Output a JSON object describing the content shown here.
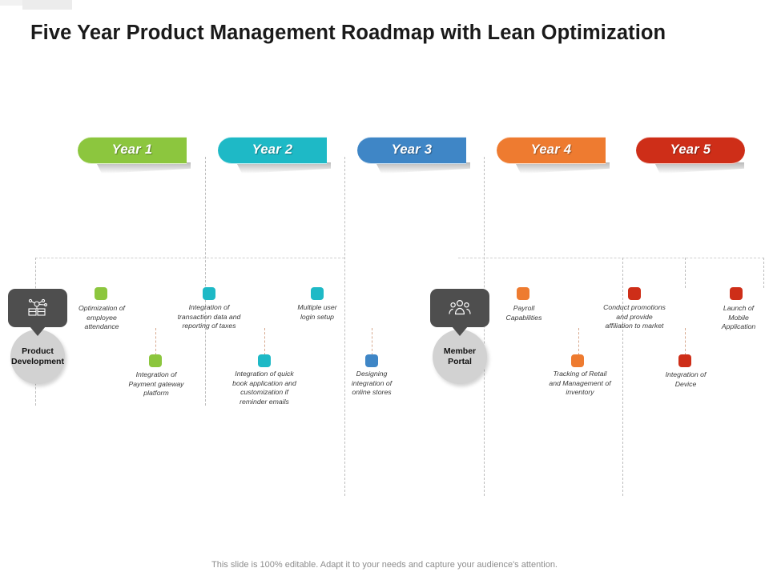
{
  "slide": {
    "title": "Five Year Product Management Roadmap with Lean Optimization",
    "footer": "This slide is 100% editable. Adapt it to your needs and capture your audience's attention."
  },
  "colors": {
    "year1": "#8CC63E",
    "year2": "#1EB9C6",
    "year3": "#3F86C6",
    "year4": "#EE7B30",
    "year5": "#CE2E18",
    "bubble": "#4E4E4E",
    "circle": "#D2D2D2",
    "text": "#3A3A3A",
    "guide": "#BDBDBD"
  },
  "banners": [
    {
      "label": "Year 1",
      "color": "#8CC63E"
    },
    {
      "label": "Year 2",
      "color": "#1EB9C6"
    },
    {
      "label": "Year 3",
      "color": "#3F86C6"
    },
    {
      "label": "Year 4",
      "color": "#EE7B30"
    },
    {
      "label": "Year 5",
      "color": "#CE2E18"
    }
  ],
  "nodes": [
    {
      "label": "Product\nDevelopment",
      "icon": "product-development-icon"
    },
    {
      "label": "Member\nPortal",
      "icon": "members-group-icon"
    }
  ],
  "node_labels": {
    "product_development_line1": "Product",
    "product_development_line2": "Development",
    "member_portal_line1": "Member",
    "member_portal_line2": "Portal"
  },
  "milestones": [
    {
      "text": "Optimization of employee attendance",
      "color": "#8CC63E",
      "year": "Year 1"
    },
    {
      "text": "Integration of Payment gateway platform",
      "color": "#8CC63E",
      "year": "Year 1"
    },
    {
      "text": "Integration of transaction data and reporting of taxes",
      "color": "#1EB9C6",
      "year": "Year 2"
    },
    {
      "text": "Integration of quick book application and customization if reminder emails",
      "color": "#1EB9C6",
      "year": "Year 2"
    },
    {
      "text": "Multiple user login setup",
      "color": "#1EB9C6",
      "year": "Year 2"
    },
    {
      "text": "Designing integration of online stores",
      "color": "#3F86C6",
      "year": "Year 3"
    },
    {
      "text": "Payroll Capabilities",
      "color": "#EE7B30",
      "year": "Year 4"
    },
    {
      "text": "Tracking of Retail and Management of inventory",
      "color": "#EE7B30",
      "year": "Year 4"
    },
    {
      "text": "Conduct promotions and provide affiliation to market",
      "color": "#CE2E18",
      "year": "Year 5"
    },
    {
      "text": "Integration of Device",
      "color": "#CE2E18",
      "year": "Year 5"
    },
    {
      "text": "Launch of Mobile Application",
      "color": "#CE2E18",
      "year": "Year 5"
    }
  ]
}
